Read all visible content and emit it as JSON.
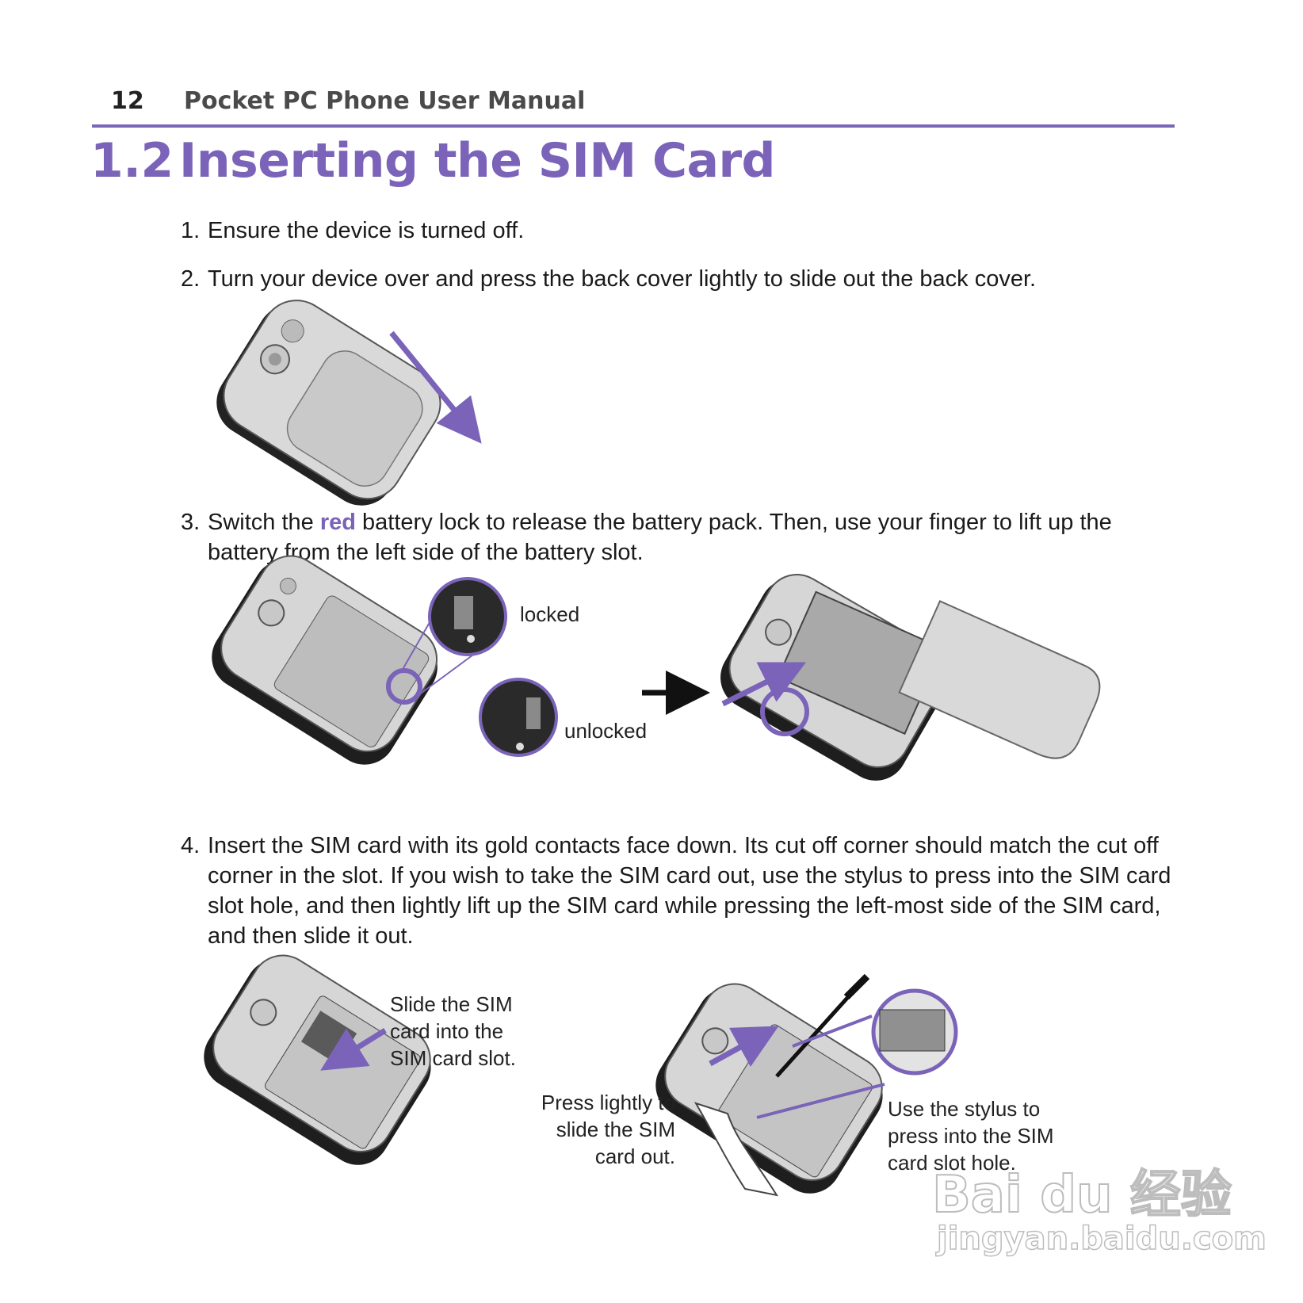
{
  "header": {
    "page_number": "12",
    "manual_title": "Pocket PC Phone User Manual"
  },
  "section": {
    "number": "1.2",
    "title": "Inserting the SIM Card"
  },
  "steps": [
    {
      "n": "1.",
      "text": "Ensure the device is turned off."
    },
    {
      "n": "2.",
      "text": "Turn your device over and press the back cover lightly to slide out the back cover."
    },
    {
      "n": "3.",
      "before": "Switch the ",
      "highlight": "red",
      "after": " battery lock to release the battery pack. Then, use your finger to lift up the battery from the left side of the battery slot."
    },
    {
      "n": "4.",
      "text": "Insert the SIM card with its gold contacts face down. Its cut off corner should match the cut off corner in the slot. If you wish to take the SIM card out, use the stylus to press into the SIM card slot hole, and then lightly lift up the SIM card while pressing  the left-most side of the SIM card, and then slide it out."
    }
  ],
  "labels": {
    "locked": "locked",
    "unlocked": "unlocked",
    "slide_sim": [
      "Slide the SIM",
      "card into the",
      "SIM card slot."
    ],
    "press_lightly": [
      "Press lightly to",
      "slide the SIM",
      "card out."
    ],
    "use_stylus": [
      "Use the stylus to",
      "press into the SIM",
      "card slot hole."
    ]
  },
  "watermark": {
    "brand": "Bai du 经验",
    "url": "jingyan.baidu.com"
  },
  "colors": {
    "accent": "#7a63b8",
    "rule": "#7b66b8",
    "text": "#1a1a1a"
  }
}
